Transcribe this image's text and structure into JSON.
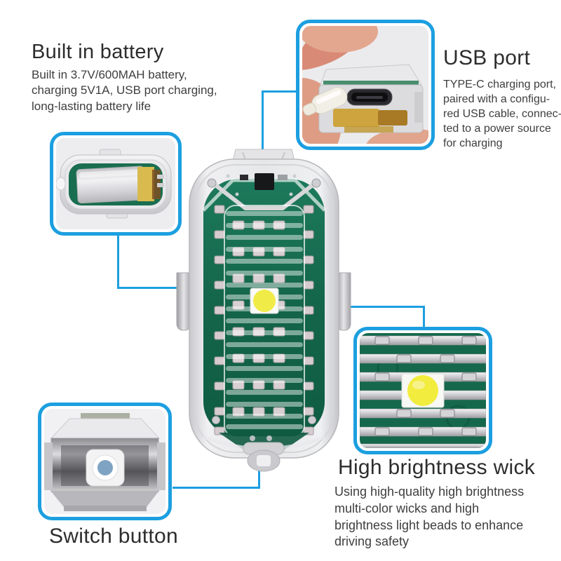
{
  "colors": {
    "accent_blue": "#1c9fe0",
    "pcb_green": "#156a4e",
    "led_yellow": "#f2ec3f",
    "shell_silver": "#e4e4e7"
  },
  "callouts": {
    "battery": {
      "title": "Built in battery",
      "body": "Built in 3.7V/600MAH battery,\ncharging 5V1A, USB port charging,\nlong-lasting battery life"
    },
    "usb": {
      "title": "USB port",
      "body": "TYPE-C charging port,\npaired with a configu-\nred USB cable, connec-\nted to a power source\nfor charging"
    },
    "wick": {
      "title": "High brightness wick",
      "body": "Using high-quality high brightness\nmulti-color wicks and high\nbrightness light beads to enhance\ndriving safety"
    },
    "switch": {
      "title": "Switch button"
    }
  }
}
